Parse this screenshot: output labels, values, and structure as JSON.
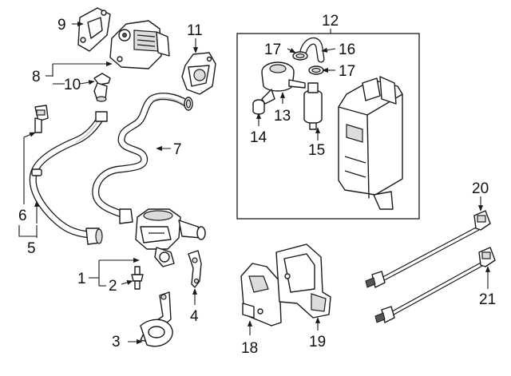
{
  "callouts": {
    "c1": "1",
    "c2": "2",
    "c3": "3",
    "c4": "4",
    "c5": "5",
    "c6": "6",
    "c7": "7",
    "c8": "8",
    "c9": "9",
    "c10": "10",
    "c11": "11",
    "c12": "12",
    "c13": "13",
    "c14": "14",
    "c15": "15",
    "c16": "16",
    "c17a": "17",
    "c17b": "17",
    "c18": "18",
    "c19": "19",
    "c20": "20",
    "c21": "21"
  },
  "colors": {
    "line": "#1a1a1a",
    "background": "#ffffff",
    "shade": "#dcdcdc"
  }
}
